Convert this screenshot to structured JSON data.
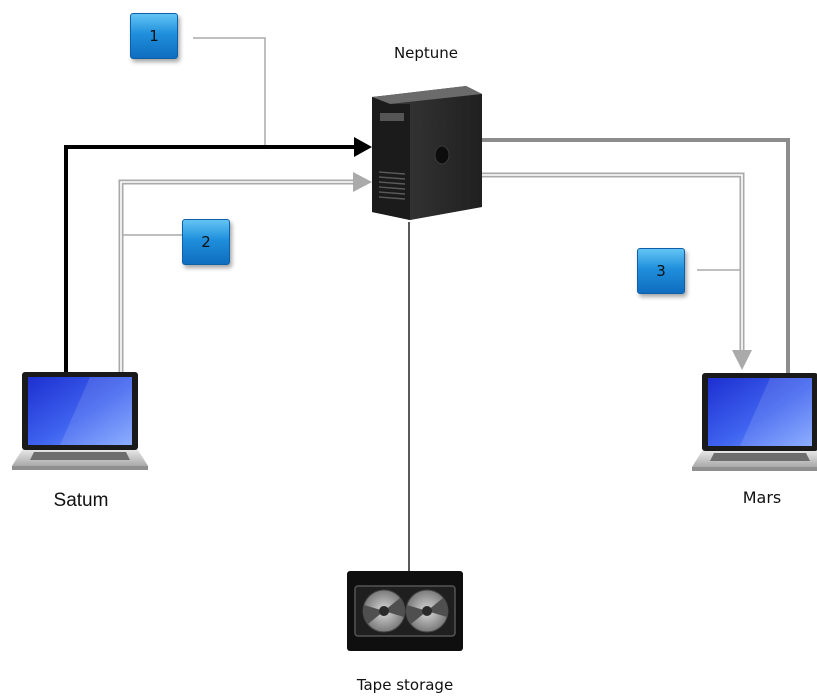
{
  "nodes": {
    "neptune": "Neptune",
    "saturn": "Satum",
    "mars": "Mars",
    "tape": "Tape storage"
  },
  "steps": [
    "1",
    "2",
    "3"
  ],
  "colors": {
    "step1_line": "#000000",
    "step2_line": "#aaaaaa",
    "step3_line": "#aaaaaa",
    "return_line": "#8c8c8c",
    "badge": "#1f8fdc"
  },
  "icons": [
    "server-icon",
    "laptop-icon",
    "laptop-icon",
    "tape-storage-icon"
  ]
}
